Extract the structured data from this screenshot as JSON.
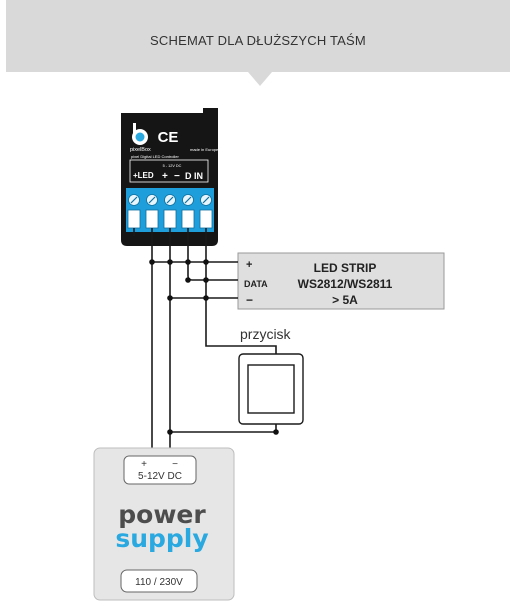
{
  "header": {
    "title": "SCHEMAT DLA DŁUŻSZYCH TAŚM"
  },
  "controller": {
    "logo": "blebox",
    "ce_mark": "CE",
    "model": "pixelBox",
    "made_in": "made in Europe",
    "subtitle": "pixel Digital LED Controller",
    "voltage": "5 - 12V DC",
    "terminal_labels": {
      "led": "+LED",
      "plus": "+",
      "minus": "−",
      "din": "D IN"
    }
  },
  "led_strip": {
    "plus_label": "+",
    "data_label": "DATA",
    "minus_label": "−",
    "line1": "LED STRIP",
    "line2": "WS2812/WS2811",
    "line3": "> 5A"
  },
  "button": {
    "label": "przycisk"
  },
  "power_supply": {
    "plus": "+",
    "minus": "−",
    "output": "5-12V DC",
    "logo_line1": "power",
    "logo_line2": "supply",
    "input": "110 / 230V",
    "colors": {
      "power": "#4d4d4d",
      "supply": "#2aa8e0"
    }
  }
}
